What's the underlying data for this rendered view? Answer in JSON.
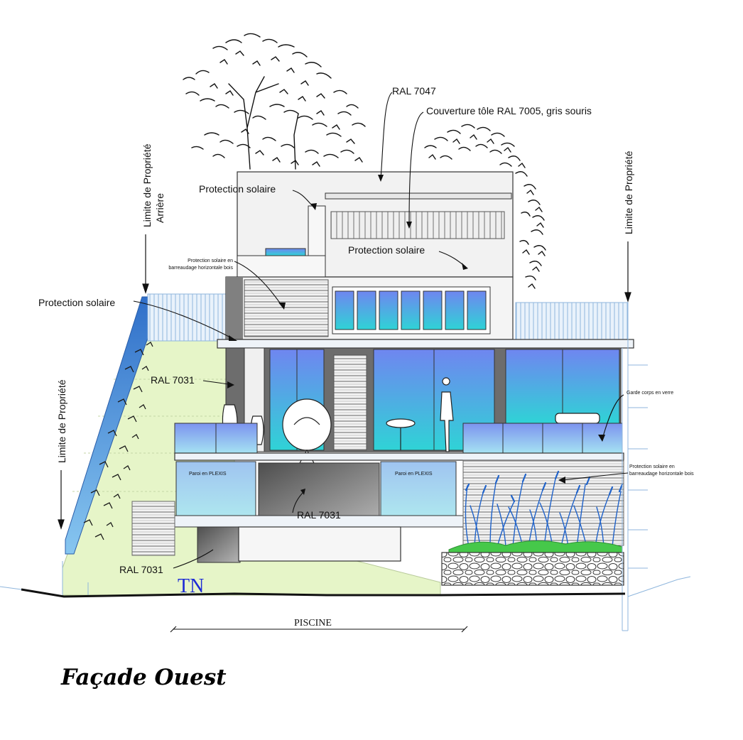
{
  "title": "Façade Ouest",
  "labels": {
    "ral_7047": "RAL 7047",
    "couverture": "Couverture tôle RAL 7005, gris souris",
    "protection_solaire_top": "Protection solaire",
    "protection_solaire_mid": "Protection solaire",
    "protection_solaire_left": "Protection solaire",
    "protection_bois_upper_line1": "Protection solaire en",
    "protection_bois_upper_line2": "barreaudage horizontale bois",
    "protection_bois_lower_line1": "Protection solaire en",
    "protection_bois_lower_line2": "barreaudage horizontale bois",
    "garde_corps": "Garde corps en verre",
    "ral_7031_left": "RAL 7031",
    "ral_7031_center": "RAL 7031",
    "ral_7031_bottom": "RAL 7031",
    "paroi_left": "Paroi en PLEXIS",
    "paroi_right": "Paroi en PLEXIS",
    "limite_arriere_line1": "Limite de Propriété",
    "limite_arriere_line2": "Arrière",
    "limite_right": "Limite de Propriété",
    "limite_left": "Limite de Propriété",
    "tn": "TN",
    "piscine": "PISCINE"
  },
  "colors": {
    "glass_top": "#6f86f0",
    "glass_bottom": "#2fd3d6",
    "lawn": "#e6f5c8",
    "hedge": "#2a7fd0",
    "wall_light": "#f2f2f2",
    "wall_dark": "#6d6d6d",
    "plexis": "#a9dcef",
    "ral_7031": "#7a7a7a"
  }
}
